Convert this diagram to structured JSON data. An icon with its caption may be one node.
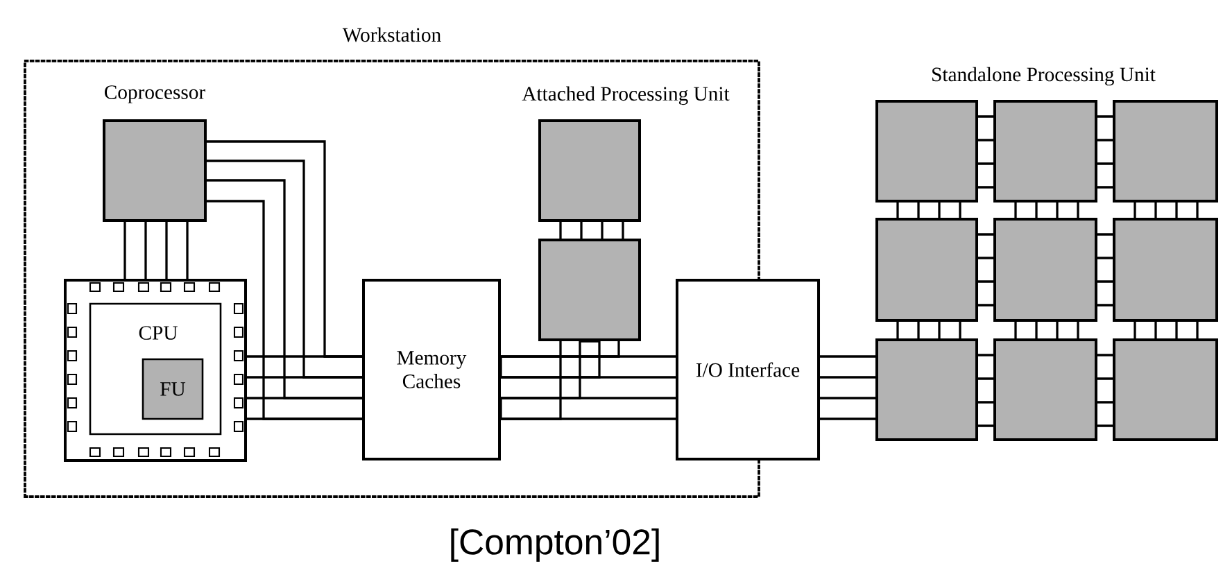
{
  "diagram": {
    "caption": "[Compton’02]",
    "nodes": [
      {
        "text": [
          "Workstation"
        ]
      },
      {
        "text": [
          "Coprocessor"
        ],
        "in": 0
      },
      {
        "text": [
          "CPU"
        ],
        "in": 0
      },
      {
        "text": [
          "FU"
        ],
        "in": 2
      },
      {
        "text": [
          "Memory Caches"
        ],
        "in": 0
      },
      {
        "text": [],
        "shape": "box",
        "in": 0,
        "beside": [
          "Attached Processing Unit"
        ]
      },
      {
        "text": [],
        "shape": "box",
        "in": 0
      },
      {
        "text": [
          "I/O Interface"
        ]
      },
      {
        "text": [],
        "shape": "box"
      },
      {
        "text": [],
        "shape": "box"
      },
      {
        "text": [],
        "shape": "box"
      },
      {
        "text": [],
        "shape": "box"
      },
      {
        "text": [],
        "shape": "box"
      },
      {
        "text": [],
        "shape": "box"
      },
      {
        "text": [],
        "shape": "box"
      },
      {
        "text": [],
        "shape": "box"
      },
      {
        "text": [],
        "shape": "box"
      }
    ],
    "edges": [
      {
        "from": 1,
        "to": 2,
        "arrow": "none"
      },
      {
        "from": 1,
        "to": 4,
        "arrow": "none"
      },
      {
        "from": 2,
        "to": 4,
        "arrow": "none"
      },
      {
        "from": 4,
        "to": 7,
        "arrow": "none"
      },
      {
        "from": 5,
        "to": 6,
        "arrow": "none"
      },
      {
        "from": 6,
        "to": 4,
        "arrow": "none"
      },
      {
        "from": 7,
        "to": 14,
        "arrow": "none"
      },
      {
        "from": 8,
        "to": 9,
        "arrow": "none"
      },
      {
        "from": 9,
        "to": 10,
        "arrow": "none"
      },
      {
        "from": 11,
        "to": 12,
        "arrow": "none"
      },
      {
        "from": 12,
        "to": 13,
        "arrow": "none"
      },
      {
        "from": 14,
        "to": 15,
        "arrow": "none"
      },
      {
        "from": 15,
        "to": 16,
        "arrow": "none"
      },
      {
        "from": 8,
        "to": 11,
        "arrow": "none"
      },
      {
        "from": 9,
        "to": 12,
        "arrow": "none"
      },
      {
        "from": 10,
        "to": 13,
        "arrow": "none"
      },
      {
        "from": 11,
        "to": 14,
        "arrow": "none"
      },
      {
        "from": 12,
        "to": 15,
        "arrow": "none"
      },
      {
        "from": 13,
        "to": 16,
        "arrow": "none"
      }
    ],
    "labels": [
      "Standalone Processing Unit"
    ]
  }
}
